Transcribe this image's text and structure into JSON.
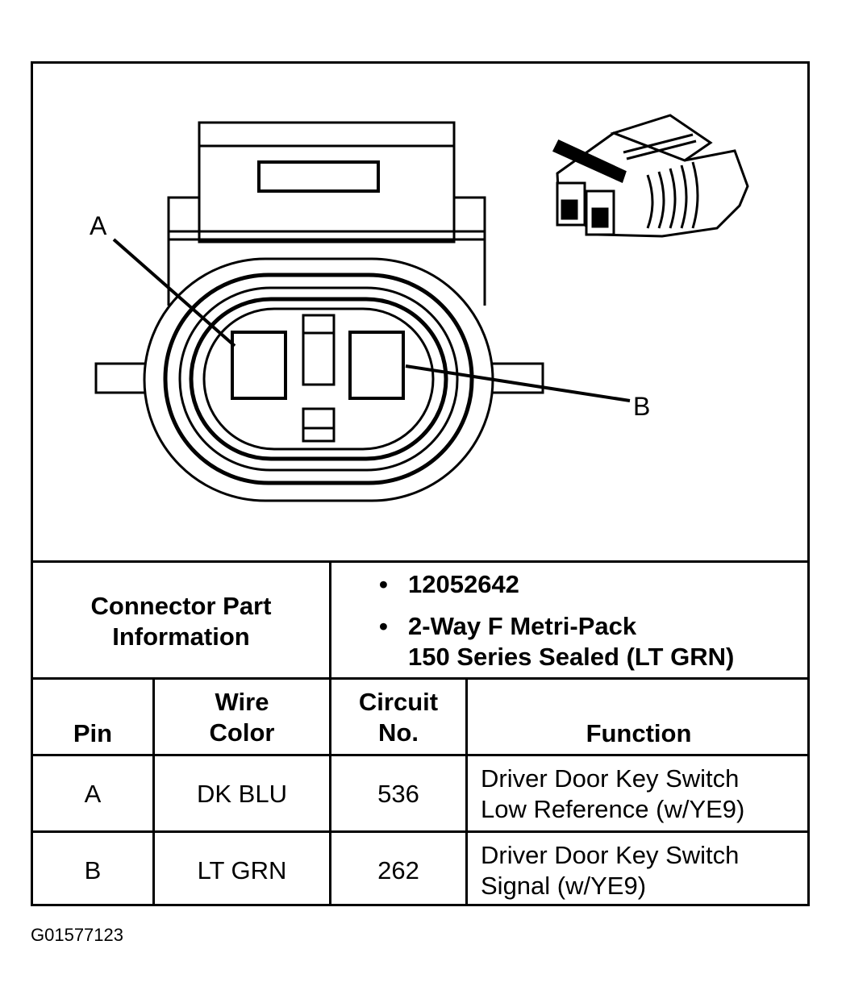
{
  "diagram": {
    "pin_a_label": "A",
    "pin_b_label": "B"
  },
  "part_info": {
    "label_line1": "Connector Part",
    "label_line2": "Information",
    "bullets": [
      {
        "bullet": "•",
        "lines": [
          "12052642"
        ]
      },
      {
        "bullet": "•",
        "lines": [
          "2-Way F Metri-Pack",
          "150 Series Sealed (LT GRN)"
        ]
      }
    ]
  },
  "table": {
    "headers": {
      "pin": [
        "Pin"
      ],
      "wire_color": [
        "Wire",
        "Color"
      ],
      "circuit": [
        "Circuit",
        "No."
      ],
      "function": [
        "Function"
      ]
    },
    "rows": [
      {
        "pin": "A",
        "wire_color": "DK BLU",
        "circuit": "536",
        "function": [
          "Driver Door Key Switch",
          "Low Reference (w/YE9)"
        ]
      },
      {
        "pin": "B",
        "wire_color": "LT GRN",
        "circuit": "262",
        "function": [
          "Driver Door Key Switch",
          "Signal (w/YE9)"
        ]
      }
    ]
  },
  "figure_id": "G01577123"
}
